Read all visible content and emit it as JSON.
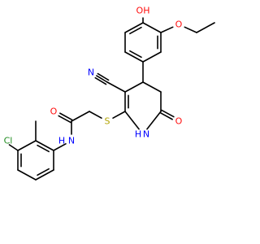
{
  "atom_colors": {
    "O": "#ff0d0d",
    "N": "#0000ff",
    "S": "#b2a300",
    "Cl": "#1e8b1e",
    "C": "#000000"
  },
  "atoms": [
    {
      "id": "O1",
      "text": "OH",
      "el": "O"
    },
    {
      "id": "O2",
      "text": "O",
      "el": "O"
    },
    {
      "id": "N1",
      "text": "N",
      "el": "N"
    },
    {
      "id": "S1",
      "text": "S",
      "el": "S"
    },
    {
      "id": "O3",
      "text": "O",
      "el": "O"
    },
    {
      "id": "N2",
      "text": "H",
      "el": "N"
    },
    {
      "id": "N2b",
      "text": "N",
      "el": "N"
    },
    {
      "id": "O4",
      "text": "O",
      "el": "O"
    },
    {
      "id": "N3",
      "text": "N",
      "el": "N"
    },
    {
      "id": "N3b",
      "text": "H",
      "el": "N"
    },
    {
      "id": "Cl1",
      "text": "Cl",
      "el": "Cl"
    }
  ]
}
